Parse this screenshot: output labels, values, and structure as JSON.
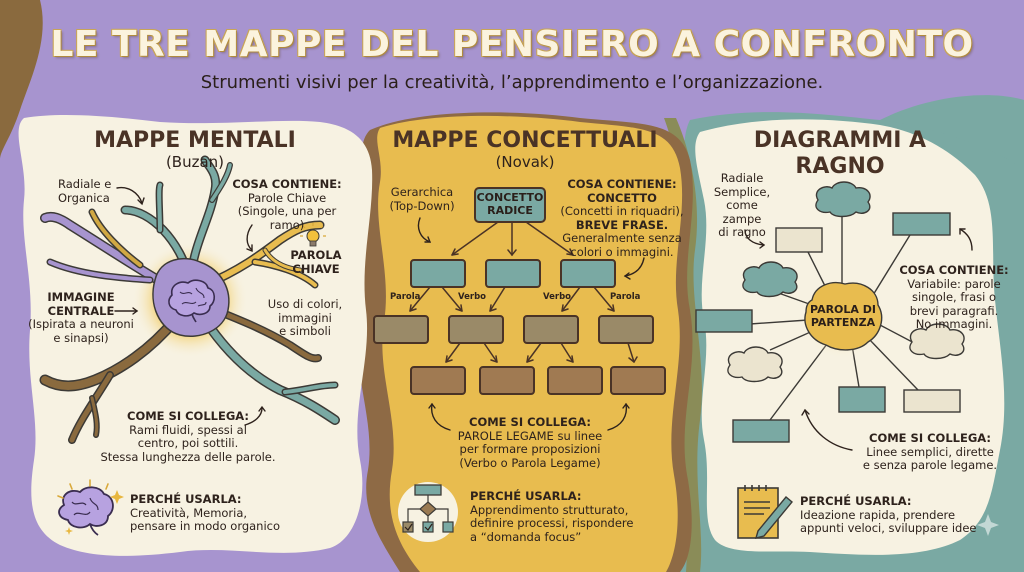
{
  "header": {
    "title": "LE TRE MAPPE DEL PENSIERO A CONFRONTO",
    "subtitle": "Strumenti visivi per la creatività, l’apprendimento e l’organizzazione."
  },
  "colors": {
    "background_purple": "#a794cf",
    "cream": "#f7f2e2",
    "mustard": "#e8bc4f",
    "teal": "#7aa9a3",
    "brown": "#8a6a4a",
    "dark_text": "#2e221c"
  },
  "panels": [
    {
      "id": "mind-maps",
      "title": "MAPPE MENTALI",
      "author": "(Buzan)",
      "structure_note": [
        "Radiale e",
        "Organica"
      ],
      "contains_heading": "COSA CONTIENE:",
      "contains_lines": [
        "Parole Chiave",
        "(Singole, una per ramo)"
      ],
      "keyword_label": [
        "PAROLA",
        "CHIAVE"
      ],
      "central_image_label": [
        "IMMAGINE",
        "CENTRALE"
      ],
      "central_image_note": [
        "(Ispirata a neuroni",
        "e sinapsi)"
      ],
      "colors_note": [
        "Uso di colori,",
        "immagini",
        "e simboli"
      ],
      "connects_heading": "COME SI COLLEGA:",
      "connects_lines": [
        "Rami fluidi, spessi al",
        "centro, poi sottili.",
        "Stessa lunghezza delle parole."
      ],
      "why_heading": "PERCHÉ USARLA:",
      "why_lines": [
        "Creatività, Memoria,",
        "pensare in modo organico"
      ],
      "icons": [
        "brain-icon",
        "lightbulb-icon"
      ]
    },
    {
      "id": "concept-maps",
      "title": "MAPPE CONCETTUALI",
      "author": "(Novak)",
      "structure_note": [
        "Gerarchica",
        "(Top-Down)"
      ],
      "root_node": [
        "CONCETTO",
        "RADICE"
      ],
      "contains_heading": "COSA CONTIENE:",
      "contains_lines": [
        "CONCETTO",
        "(Concetti in riquadri),",
        "BREVE FRASE.",
        "Generalmente senza",
        "colori o immagini."
      ],
      "link_labels": [
        "Parola",
        "Verbo",
        "Verbo",
        "Parola"
      ],
      "connects_heading": "COME SI COLLEGA:",
      "connects_lines": [
        "PAROLE LEGAME su linee",
        "per formare proposizioni",
        "(Verbo o Parola Legame)"
      ],
      "why_heading": "PERCHÉ USARLA:",
      "why_lines": [
        "Apprendimento strutturato,",
        "definire processi, rispondere",
        "a “domanda focus”"
      ],
      "icons": [
        "flowchart-icon"
      ]
    },
    {
      "id": "spider-diagrams",
      "title": "DIAGRAMMI A RAGNO",
      "structure_note": [
        "Radiale",
        "Semplice,",
        "come zampe",
        "di ragno"
      ],
      "center_node": [
        "PAROLA DI",
        "PARTENZA"
      ],
      "contains_heading": "COSA CONTIENE:",
      "contains_lines": [
        "Variabile: parole",
        "singole, frasi o",
        "brevi paragrafi.",
        "No immagini."
      ],
      "connects_heading": "COME SI COLLEGA:",
      "connects_lines": [
        "Linee semplici, dirette",
        "e senza parole legame."
      ],
      "why_heading": "PERCHÉ USARLA:",
      "why_lines": [
        "Ideazione rapida, prendere",
        "appunti veloci, sviluppare idee"
      ],
      "icons": [
        "notepad-pencil-icon"
      ]
    }
  ]
}
